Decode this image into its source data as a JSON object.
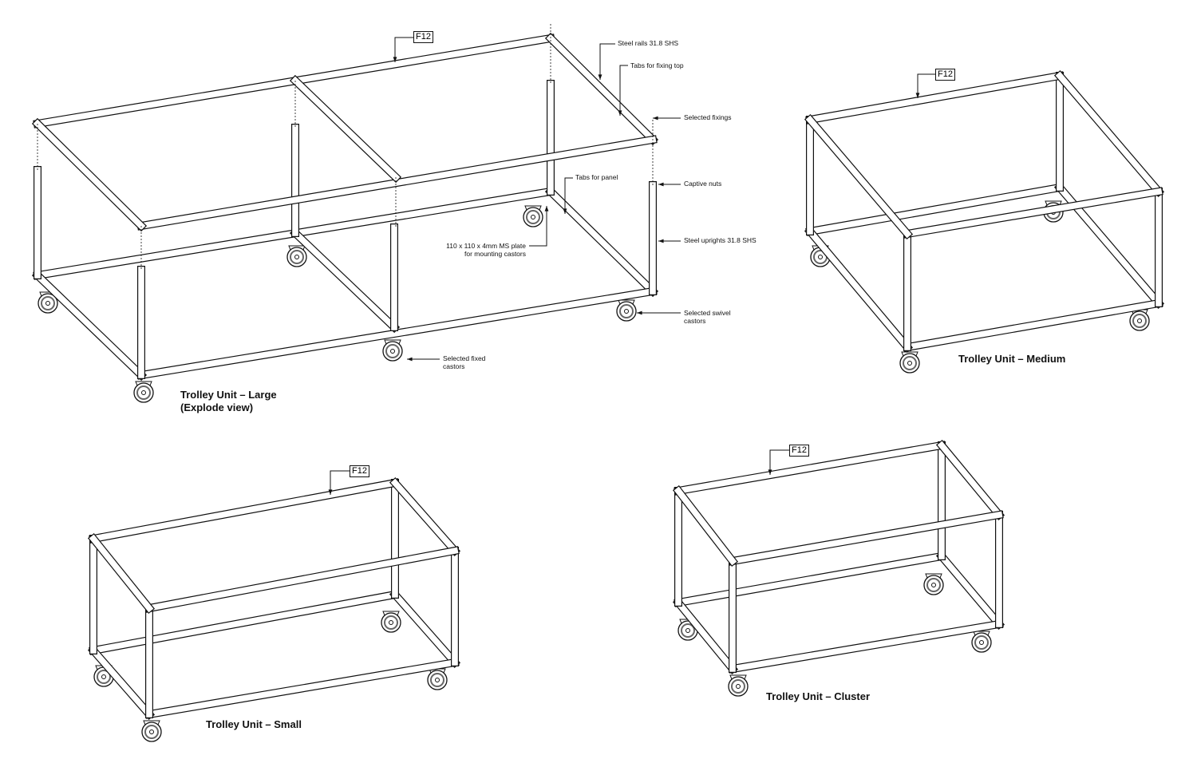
{
  "drawing": {
    "reference_tag": "F12",
    "units": [
      {
        "title_line1": "Trolley Unit – Large",
        "title_line2": "(Explode view)"
      },
      {
        "title_line1": "Trolley Unit – Medium"
      },
      {
        "title_line1": "Trolley Unit – Small"
      },
      {
        "title_line1": "Trolley Unit – Cluster"
      }
    ],
    "annotations": {
      "steel_rails": "Steel rails 31.8 SHS",
      "tabs_fixing_top": "Tabs for fixing top",
      "selected_fixings": "Selected fixings",
      "tabs_panel": "Tabs for panel",
      "captive_nuts": "Captive nuts",
      "plate_line1": "110 x 110 x 4mm MS plate",
      "plate_line2": "for mounting castors",
      "steel_uprights": "Steel uprights 31.8 SHS",
      "swivel_line1": "Selected swivel",
      "swivel_line2": "castors",
      "fixed_line1": "Selected fixed",
      "fixed_line2": "castors"
    },
    "colors": {
      "line": "#111111",
      "fill": "#ffffff"
    }
  }
}
